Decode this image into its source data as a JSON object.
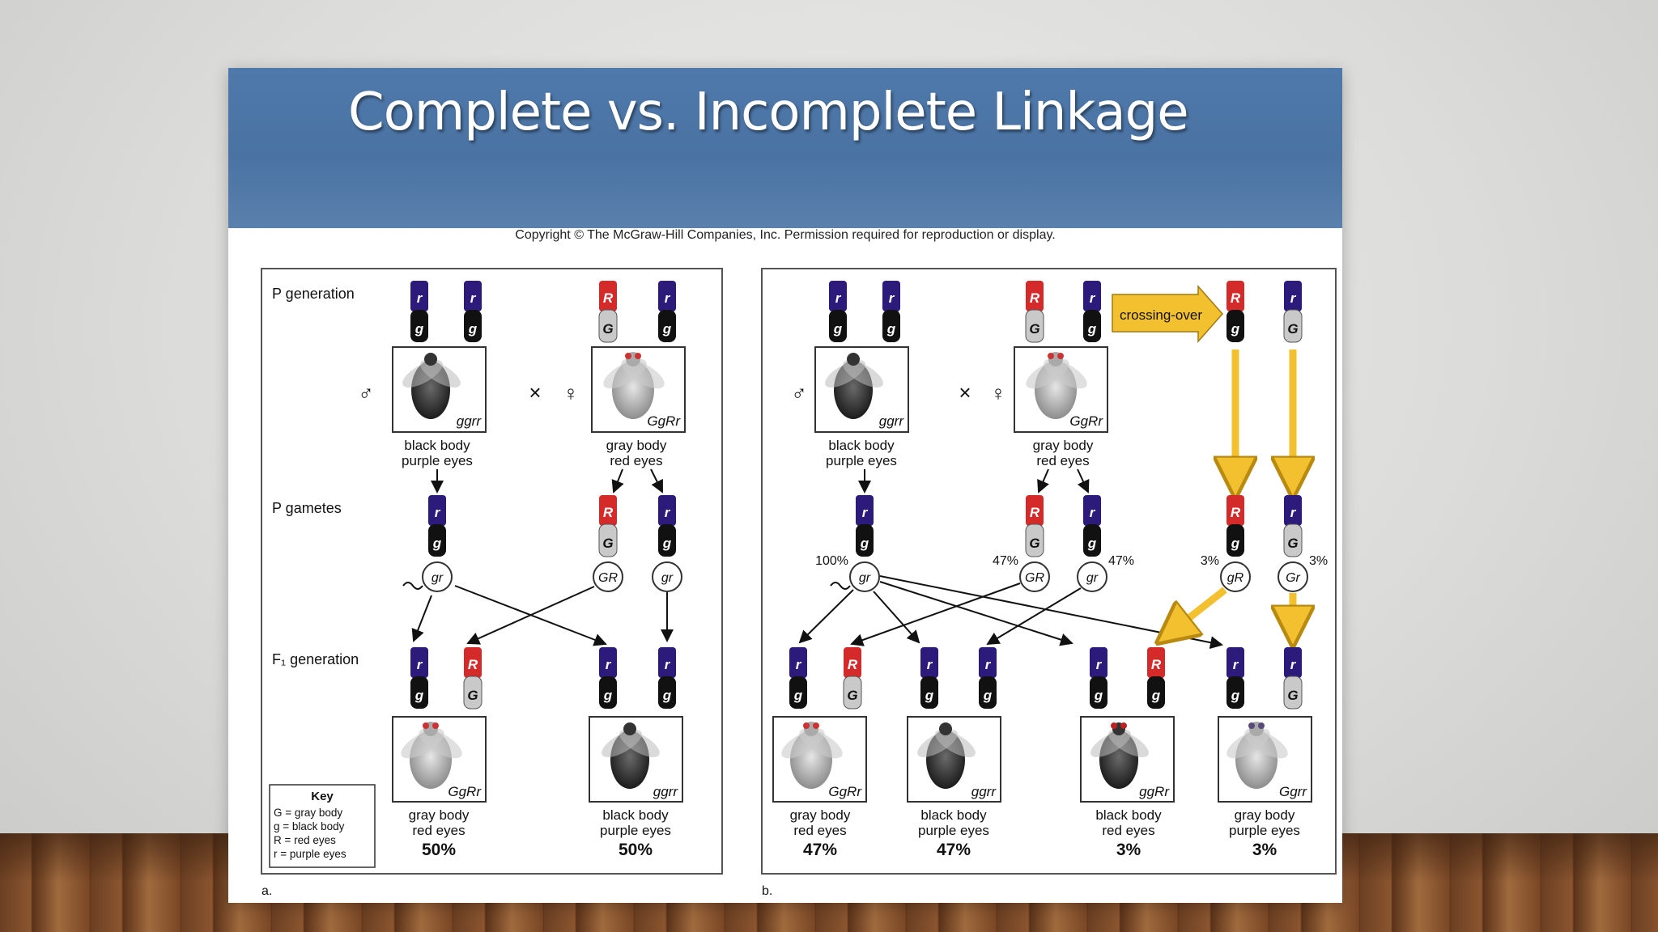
{
  "slide": {
    "title": "Complete vs. Incomplete Linkage",
    "copyright": "Copyright © The McGraw-Hill Companies, Inc. Permission required for reproduction or display."
  },
  "panel_a": {
    "tag": "a.",
    "row_labels": {
      "p_generation": "P generation",
      "p_gametes": "P gametes",
      "f1_generation": "F₁ generation"
    },
    "symbols": {
      "male": "♂",
      "female": "♀",
      "cross": "×"
    },
    "parents": [
      {
        "genotype": "ggrr",
        "line1": "black body",
        "line2": "purple eyes"
      },
      {
        "genotype": "GgRr",
        "line1": "gray body",
        "line2": "red eyes"
      }
    ],
    "gametes": [
      "gr",
      "GR",
      "gr"
    ],
    "offspring": [
      {
        "genotype": "GgRr",
        "line1": "gray body",
        "line2": "red eyes",
        "percent": "50%"
      },
      {
        "genotype": "ggrr",
        "line1": "black body",
        "line2": "purple eyes",
        "percent": "50%"
      }
    ],
    "key": {
      "title": "Key",
      "items": [
        "G = gray body",
        "g = black body",
        "R = red eyes",
        "r = purple eyes"
      ]
    }
  },
  "panel_b": {
    "tag": "b.",
    "crossing_over": "crossing-over",
    "symbols": {
      "male": "♂",
      "female": "♀",
      "cross": "×"
    },
    "parents": [
      {
        "genotype": "ggrr",
        "line1": "black body",
        "line2": "purple eyes"
      },
      {
        "genotype": "GgRr",
        "line1": "gray body",
        "line2": "red eyes"
      }
    ],
    "gametes": [
      "gr",
      "GR",
      "gr",
      "gR",
      "Gr"
    ],
    "gamete_percents": [
      "100%",
      "47%",
      "47%",
      "3%",
      "3%"
    ],
    "offspring": [
      {
        "genotype": "GgRr",
        "line1": "gray body",
        "line2": "red eyes",
        "percent": "47%"
      },
      {
        "genotype": "ggrr",
        "line1": "black body",
        "line2": "purple eyes",
        "percent": "47%"
      },
      {
        "genotype": "ggRr",
        "line1": "black body",
        "line2": "red eyes",
        "percent": "3%"
      },
      {
        "genotype": "Ggrr",
        "line1": "gray body",
        "line2": "purple eyes",
        "percent": "3%"
      }
    ]
  },
  "colors": {
    "title_bar": "#4a73a3",
    "purple_allele": "#2c1b7a",
    "red_allele": "#d42a2a",
    "black_allele": "#111111",
    "gray_allele": "#c9c9c9",
    "arrow_yellow": "#f3c030"
  }
}
